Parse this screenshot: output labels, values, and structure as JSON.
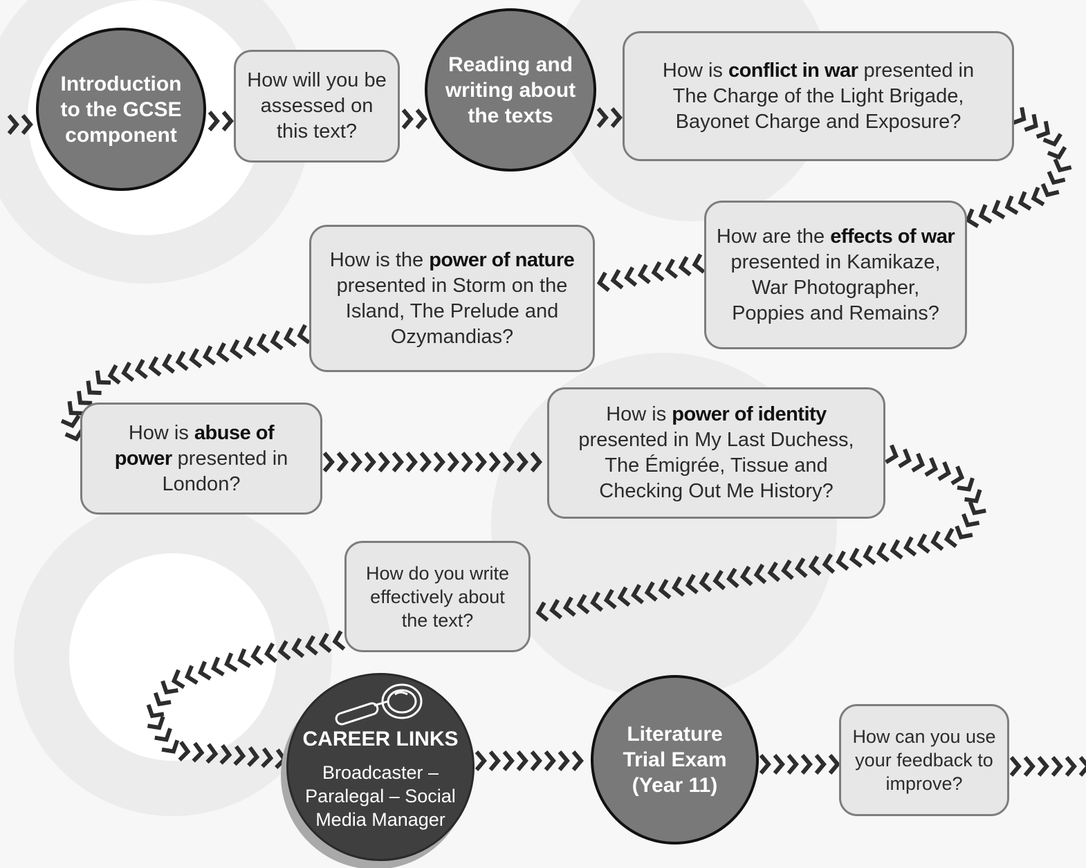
{
  "nodes": {
    "intro": "Introduction to the GCSE component",
    "assessed": "How will you be assessed on this text?",
    "reading": "Reading and writing about the texts",
    "conflict": {
      "pre": "How is ",
      "bold": "conflict in war",
      "post": " presented in The Charge of the Light Brigade, Bayonet Charge and Exposure?"
    },
    "effects": {
      "pre": "How are the ",
      "bold": "effects of war",
      "post": " presented in Kamikaze, War Photographer, Poppies and Remains?"
    },
    "nature": {
      "pre": "How is the ",
      "bold": "power of nature",
      "post": " presented in Storm on the Island, The Prelude and Ozymandias?"
    },
    "abuse": {
      "pre": "How is ",
      "bold": "abuse of power",
      "post": " presented in London?"
    },
    "identity": {
      "pre": "How is ",
      "bold": "power of identity",
      "post": " presented in My Last Duchess, The Émigrée, Tissue and Checking Out Me History?"
    },
    "write": "How do you write effectively about the text?",
    "career": {
      "title": "CAREER LINKS",
      "jobs": "Broadcaster – Paralegal – Social Media Manager"
    },
    "trial": "Literature Trial Exam (Year 11)",
    "feedback": "How can you use your feedback to improve?"
  },
  "icons": {
    "career": "magnifying-glass-icon"
  },
  "colors": {
    "arrow": "#2d2d2d",
    "box_fill": "#e7e7e7",
    "circle_fill": "#797979",
    "career_fill": "#3f3f3f"
  }
}
